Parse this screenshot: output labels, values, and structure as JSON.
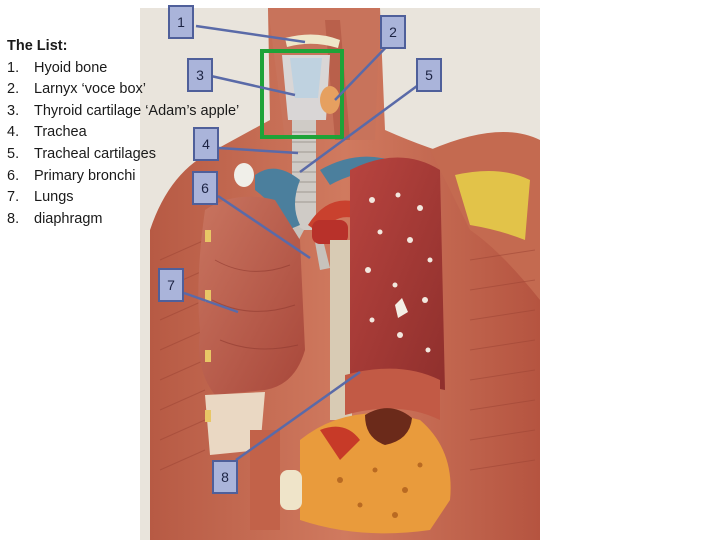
{
  "list": {
    "title": "The List:",
    "items": [
      {
        "num": "1.",
        "label": "Hyoid bone"
      },
      {
        "num": "2.",
        "label": "Larnyx ‘voce box’"
      },
      {
        "num": "3.",
        "label": "Thyroid cartilage ‘Adam’s apple’"
      },
      {
        "num": "4.",
        "label": "Trachea"
      },
      {
        "num": "5.",
        "label": "Tracheal cartilages"
      },
      {
        "num": "6.",
        "label": "Primary bronchi"
      },
      {
        "num": "7.",
        "label": "Lungs"
      },
      {
        "num": "8.",
        "label": "diaphragm"
      }
    ]
  },
  "callouts": [
    {
      "id": "c1",
      "text": "1"
    },
    {
      "id": "c2",
      "text": "2"
    },
    {
      "id": "c3",
      "text": "3"
    },
    {
      "id": "c4",
      "text": "4"
    },
    {
      "id": "c5",
      "text": "5"
    },
    {
      "id": "c6",
      "text": "6"
    },
    {
      "id": "c7",
      "text": "7"
    },
    {
      "id": "c8",
      "text": "8"
    }
  ],
  "colors": {
    "callout_fill": "#aab4da",
    "callout_border": "#4f5f9a",
    "leader_line": "#5a6aa8",
    "highlight_box": "#1ea338",
    "muscle": "#c1654a",
    "lung": "#b54a3c"
  }
}
